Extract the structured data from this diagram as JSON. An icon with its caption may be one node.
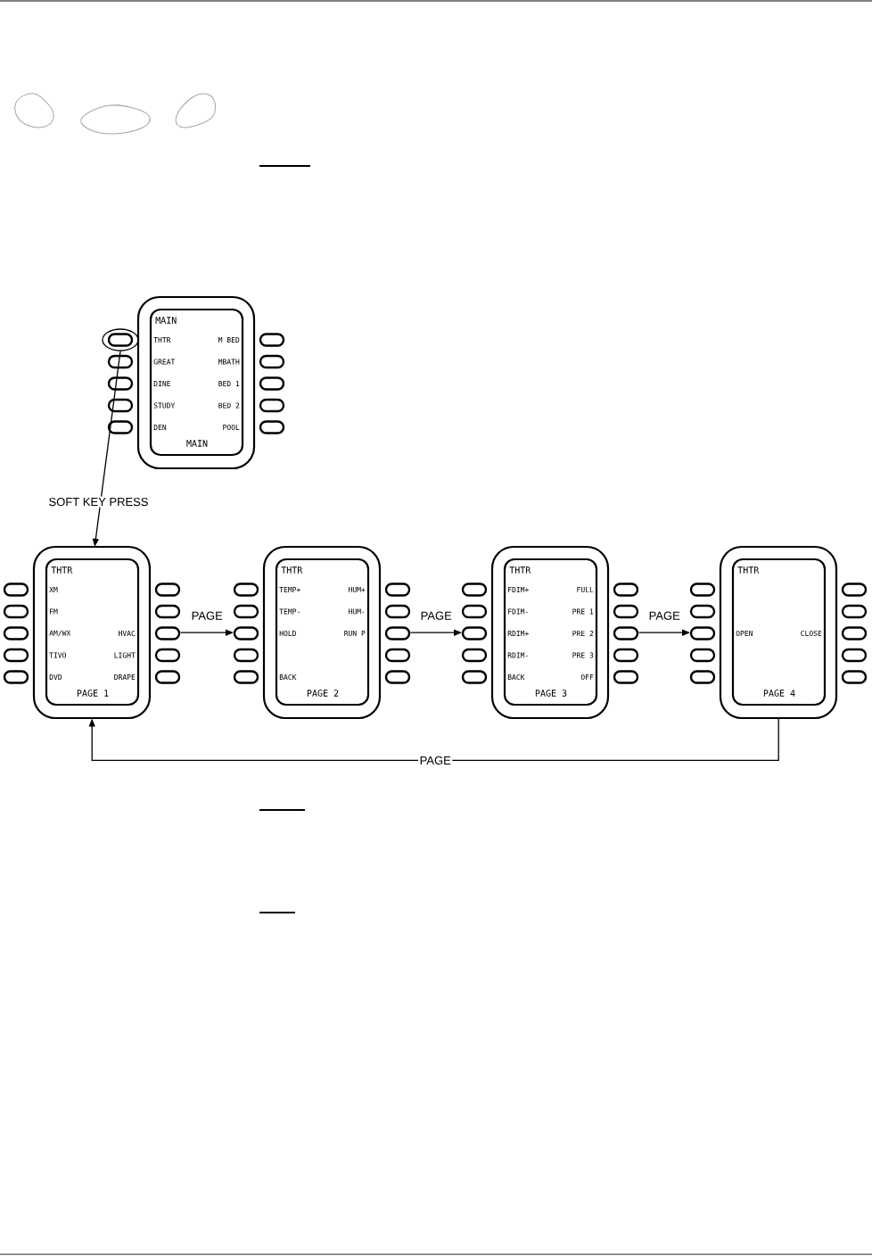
{
  "diagram": {
    "nodes": [
      {
        "text": [
          "MAIN",
          "THTR",
          "M BED",
          "GREAT",
          "MBATH",
          "DINE",
          "BED 1",
          "STUDY",
          "BED 2",
          "DEN",
          "POOL",
          "MAIN"
        ]
      },
      {
        "text": [
          "THTR",
          "XM",
          "FM",
          "AM/WX",
          "HVAC",
          "TIVO",
          "LIGHT",
          "DVD",
          "DRAPE",
          "PAGE 1"
        ]
      },
      {
        "text": [
          "THTR",
          "TEMP+",
          "HUM+",
          "TEMP-",
          "HUM-",
          "HOLD",
          "RUN P",
          "BACK",
          "PAGE 2"
        ]
      },
      {
        "text": [
          "THTR",
          "FDIM+",
          "FULL",
          "FDIM-",
          "PRE 1",
          "RDIM+",
          "PRE 2",
          "RDIM-",
          "PRE 3",
          "BACK",
          "OFF",
          "PAGE 3"
        ]
      },
      {
        "text": [
          "THTR",
          "OPEN",
          "CLOSE",
          "PAGE 4"
        ]
      },
      {
        "text": [],
        "shape": "circle"
      }
    ],
    "edges": [
      {
        "from": 5,
        "to": 1,
        "arrow": "to",
        "label": "SOFT KEY PRESS"
      },
      {
        "from": 1,
        "to": 2,
        "arrow": "to",
        "label": "PAGE"
      },
      {
        "from": 2,
        "to": 3,
        "arrow": "to",
        "label": "PAGE"
      },
      {
        "from": 3,
        "to": 4,
        "arrow": "to",
        "label": "PAGE"
      },
      {
        "from": 4,
        "to": 1,
        "arrow": "to",
        "label": "PAGE"
      }
    ]
  }
}
